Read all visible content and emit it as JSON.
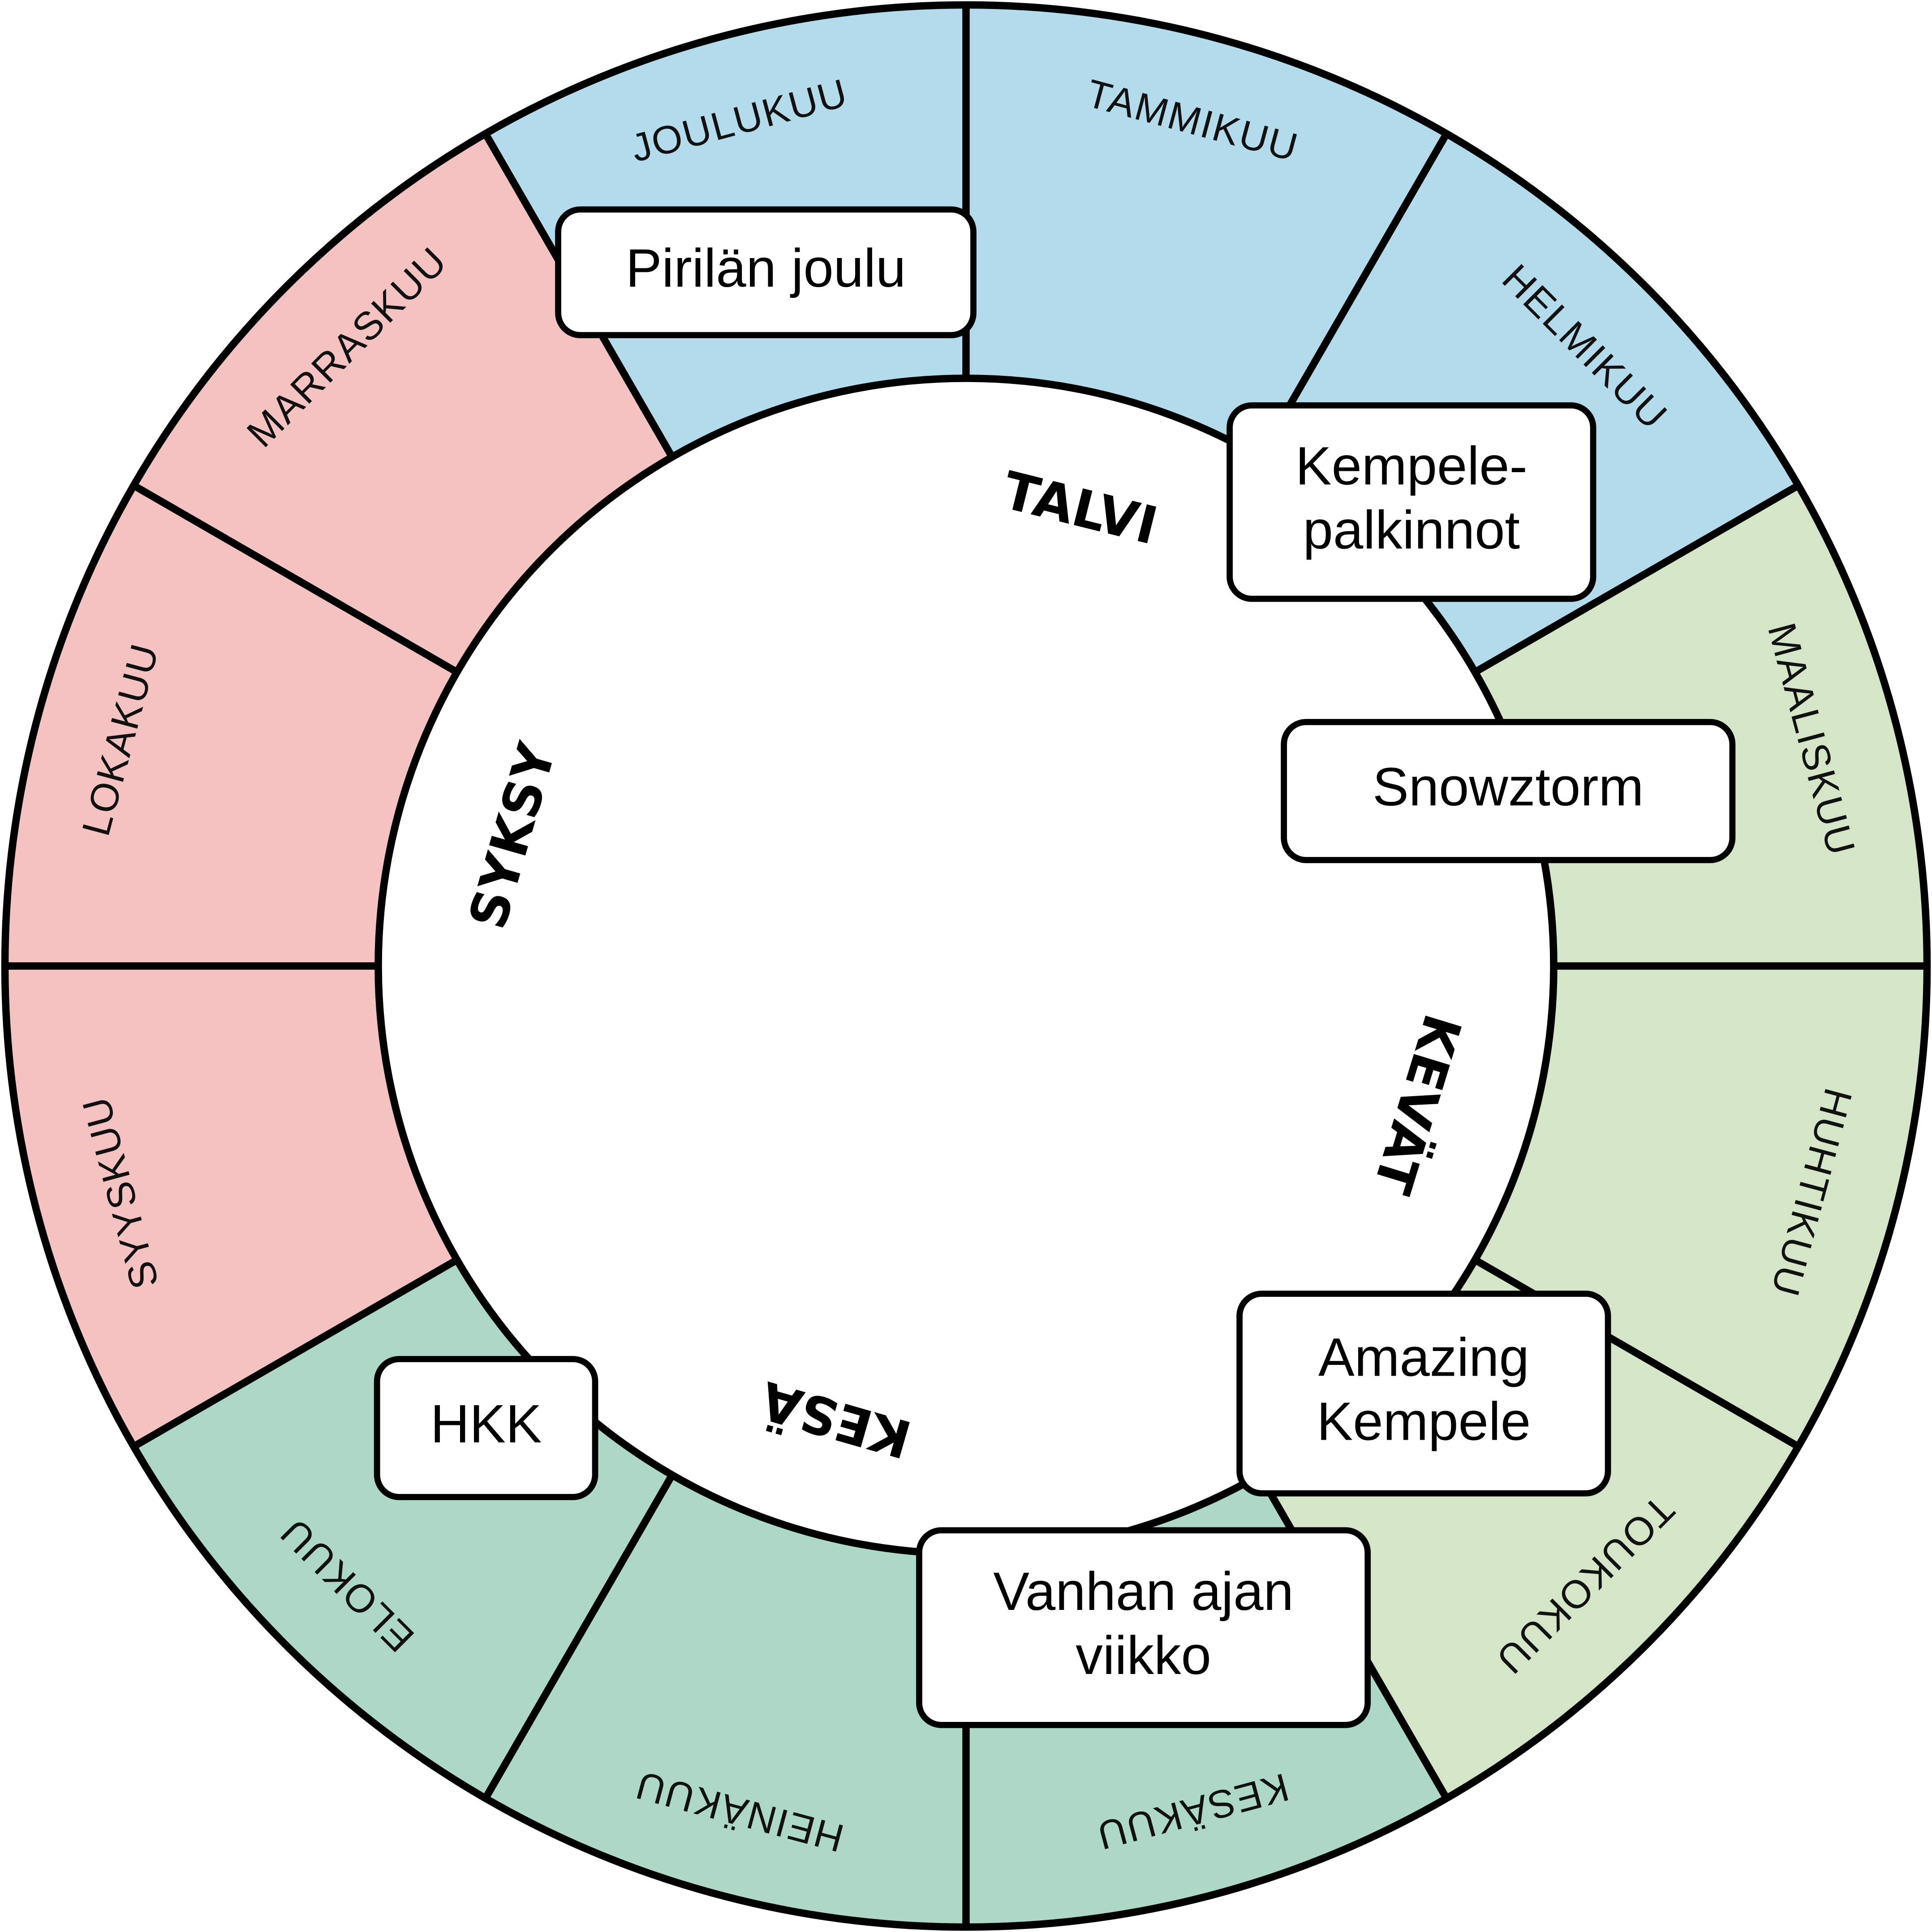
{
  "title": "Vuosikello",
  "colors": {
    "winter": "#b3dbec",
    "spring": "#d4e5c8",
    "summer": "#acd8c5",
    "autumn": "#f4c3c1",
    "stroke": "#000000",
    "box": "#ffffff"
  },
  "months": [
    {
      "name": "TAMMIKUU",
      "season": "winter"
    },
    {
      "name": "HELMIKUU",
      "season": "winter"
    },
    {
      "name": "MAALISKUU",
      "season": "spring"
    },
    {
      "name": "HUHTIKUU",
      "season": "spring"
    },
    {
      "name": "TOUKOKUU",
      "season": "spring"
    },
    {
      "name": "KESÄKUU",
      "season": "summer"
    },
    {
      "name": "HEINÄKUU",
      "season": "summer"
    },
    {
      "name": "ELOKUU",
      "season": "summer"
    },
    {
      "name": "SYYSKUU",
      "season": "autumn"
    },
    {
      "name": "LOKAKUU",
      "season": "autumn"
    },
    {
      "name": "MARRASKUU",
      "season": "autumn"
    },
    {
      "name": "JOULUKUU",
      "season": "winter"
    }
  ],
  "seasons": [
    {
      "name": "TALVI"
    },
    {
      "name": "KEVÄT"
    },
    {
      "name": "KESÄ"
    },
    {
      "name": "SYKSY"
    }
  ],
  "events": [
    {
      "lines": [
        "Pirilän joulu"
      ]
    },
    {
      "lines": [
        "Kempele-",
        "palkinnot"
      ]
    },
    {
      "lines": [
        "Snowztorm"
      ]
    },
    {
      "lines": [
        "Amazing",
        "Kempele"
      ]
    },
    {
      "lines": [
        "Vanhan ajan",
        "viikko"
      ]
    },
    {
      "lines": [
        "HKK"
      ]
    }
  ]
}
